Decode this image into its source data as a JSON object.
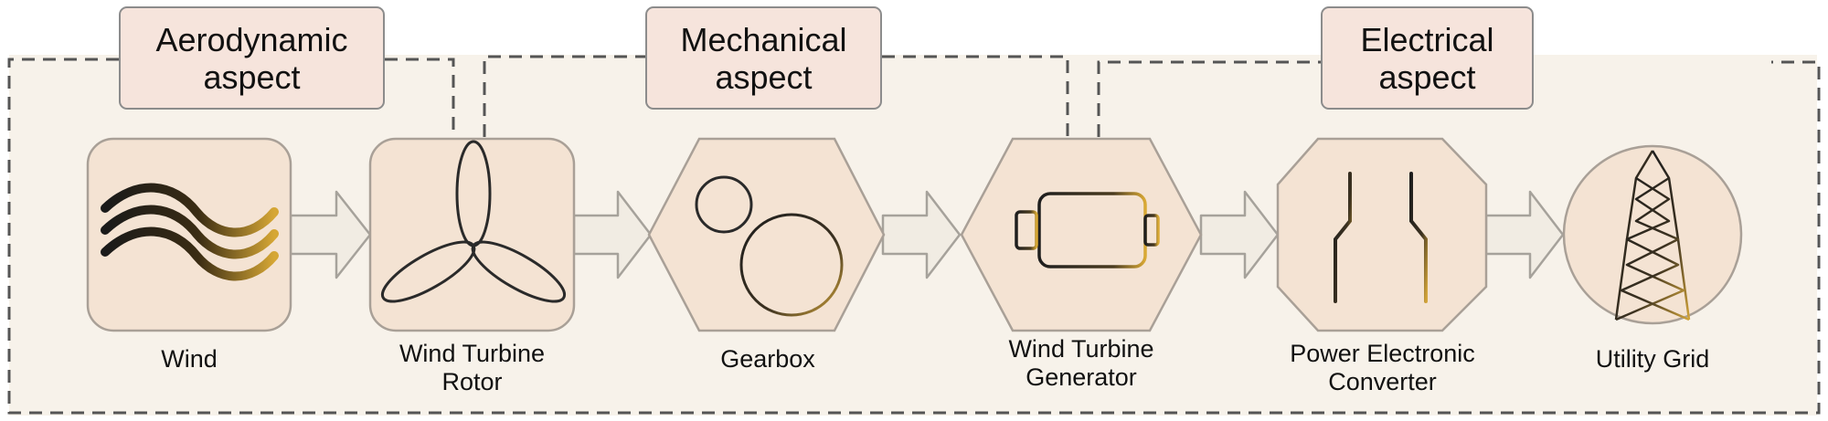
{
  "aspects": [
    {
      "line1": "Aerodynamic",
      "line2": "aspect"
    },
    {
      "line1": "Mechanical",
      "line2": "aspect"
    },
    {
      "line1": "Electrical",
      "line2": "aspect"
    }
  ],
  "components": [
    {
      "line1": "Wind",
      "line2": "",
      "icon": "wind-icon"
    },
    {
      "line1": "Wind Turbine",
      "line2": "Rotor",
      "icon": "rotor-icon"
    },
    {
      "line1": "Gearbox",
      "line2": "",
      "icon": "gears-icon"
    },
    {
      "line1": "Wind Turbine",
      "line2": "Generator",
      "icon": "generator-icon"
    },
    {
      "line1": "Power Electronic",
      "line2": "Converter",
      "icon": "converter-icon"
    },
    {
      "line1": "Utility Grid",
      "line2": "",
      "icon": "transmission-tower-icon"
    }
  ],
  "colors": {
    "panel": "#f7f2ea",
    "node_fill": "#f4e3d3",
    "node_stroke": "#a9a097",
    "arrow_fill": "#f1ece3",
    "arrow_stroke": "#a6a29b",
    "aspect_fill": "#f6e4dc",
    "dash": "#555555",
    "gold": "#c99a2e",
    "dark": "#1e1e1e"
  }
}
